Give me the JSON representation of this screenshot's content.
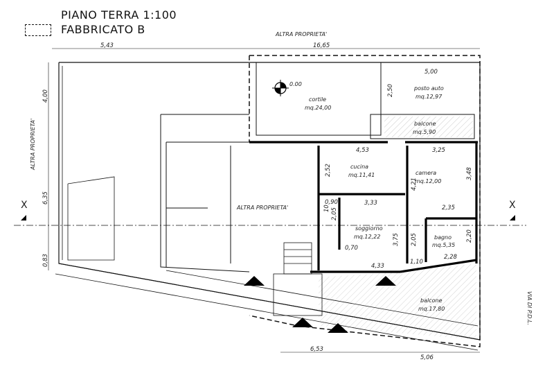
{
  "title": {
    "line1": "PIANO TERRA 1:100",
    "line2": "FABBRICATO B"
  },
  "labels": {
    "altra_top": "ALTRA PROPRIETA'",
    "altra_left": "ALTRA PROPRIETA'",
    "altra_center": "ALTRA PROPRIETA'",
    "via": "VIA DI P.D.L.",
    "quota": "0.00",
    "section_mark": "X"
  },
  "rooms": [
    {
      "name": "cortile",
      "area": "mq.24,00"
    },
    {
      "name": "posto auto",
      "area": "mq.12,97"
    },
    {
      "name": "balcone",
      "area": "mq.5,90"
    },
    {
      "name": "cucina",
      "area": "mq.11,41"
    },
    {
      "name": "camera",
      "area": "mq.12,00"
    },
    {
      "name": "soggiorno",
      "area": "mq.12,22"
    },
    {
      "name": "bagno",
      "area": "mq.5,35"
    },
    {
      "name": "balcone",
      "area": "mq.17,80"
    }
  ],
  "dimensions": {
    "top_left": "5,43",
    "top_right": "16,65",
    "left_upper": "4,00",
    "left_middle": "6,35",
    "left_lower": "0,83",
    "bottom_left": "6,53",
    "bottom_right": "5,06",
    "posto_width": "5,00",
    "posto_height": "2,50",
    "cucina_width": "4,53",
    "cucina_height": "2,52",
    "camera_width": "3,25",
    "camera_h1": "4,21",
    "camera_h2": "3,48",
    "soggiorno_width": "3,33",
    "soggiorno_h": "3,75",
    "soggiorno_bottom": "4,33",
    "v090": "0,90",
    "v205a": "2,05",
    "v070": "0,70",
    "v10": "10",
    "bagno_top": "2,35",
    "bagno_h1": "2,05",
    "bagno_h2": "2,20",
    "bagno_bottom": "2,28",
    "v110": "1,10"
  }
}
